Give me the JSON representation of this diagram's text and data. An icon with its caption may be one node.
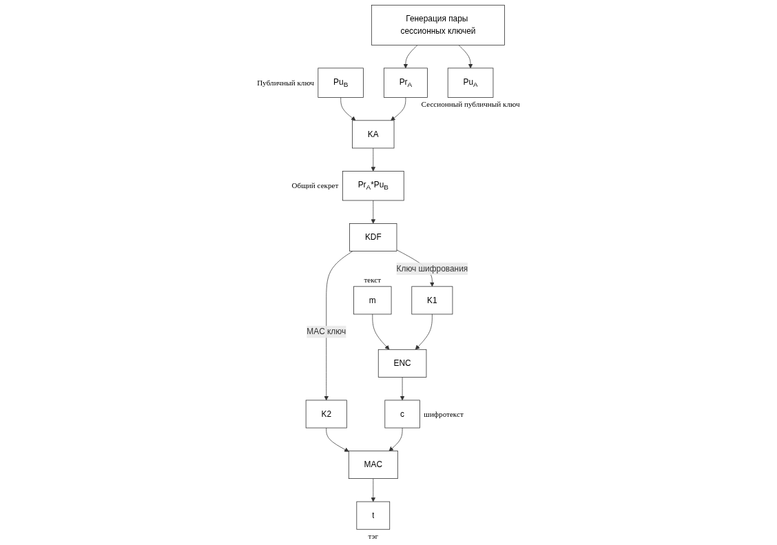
{
  "diagram": {
    "nodes": [
      {
        "text": [
          "Pu$_{B}$"
        ],
        "beside": [
          "Публичный ключ"
        ]
      },
      {
        "text": [
          "KA"
        ]
      },
      {
        "text": [
          "Pr$_{A}$*Pu$_{B}$"
        ],
        "beside": [
          "Общий секрет"
        ]
      },
      {
        "text": [
          "KDF"
        ]
      },
      {
        "text": [
          "Pr$_{A}$"
        ]
      },
      {
        "text": [
          "Генерация пары сессионных ключей"
        ]
      },
      {
        "text": [
          "Pu$_{A}$"
        ],
        "beside": [
          "Сессионный публичный ключ"
        ]
      },
      {
        "text": [
          "m"
        ],
        "beside": [
          "текст"
        ]
      },
      {
        "text": [
          "K2"
        ]
      },
      {
        "text": [
          "K1"
        ]
      },
      {
        "text": [
          "ENC"
        ]
      },
      {
        "text": [
          "MAC"
        ]
      },
      {
        "text": [
          "t"
        ],
        "beside": [
          "тэг"
        ]
      },
      {
        "text": [
          "c"
        ],
        "beside": [
          "шифротекст"
        ]
      }
    ],
    "edges": [
      {
        "from": 0,
        "to": 1,
        "arrow": "to"
      },
      {
        "from": 1,
        "to": 2,
        "arrow": "to"
      },
      {
        "from": 2,
        "to": 3,
        "arrow": "to"
      },
      {
        "from": 4,
        "to": 1,
        "arrow": "to"
      },
      {
        "from": 5,
        "to": 4,
        "arrow": "to"
      },
      {
        "from": 5,
        "to": 6,
        "arrow": "to"
      },
      {
        "from": 3,
        "to": 8,
        "arrow": "to",
        "label": "MAC ключ"
      },
      {
        "from": 3,
        "to": 9,
        "arrow": "to",
        "label": "Ключ шифрования"
      },
      {
        "from": 7,
        "to": 10,
        "arrow": "to"
      },
      {
        "from": 9,
        "to": 10,
        "arrow": "to"
      },
      {
        "from": 8,
        "to": 11,
        "arrow": "to"
      },
      {
        "from": 10,
        "to": 13,
        "arrow": "to"
      },
      {
        "from": 13,
        "to": 11,
        "arrow": "to"
      },
      {
        "from": 11,
        "to": 12,
        "arrow": "to"
      }
    ]
  }
}
